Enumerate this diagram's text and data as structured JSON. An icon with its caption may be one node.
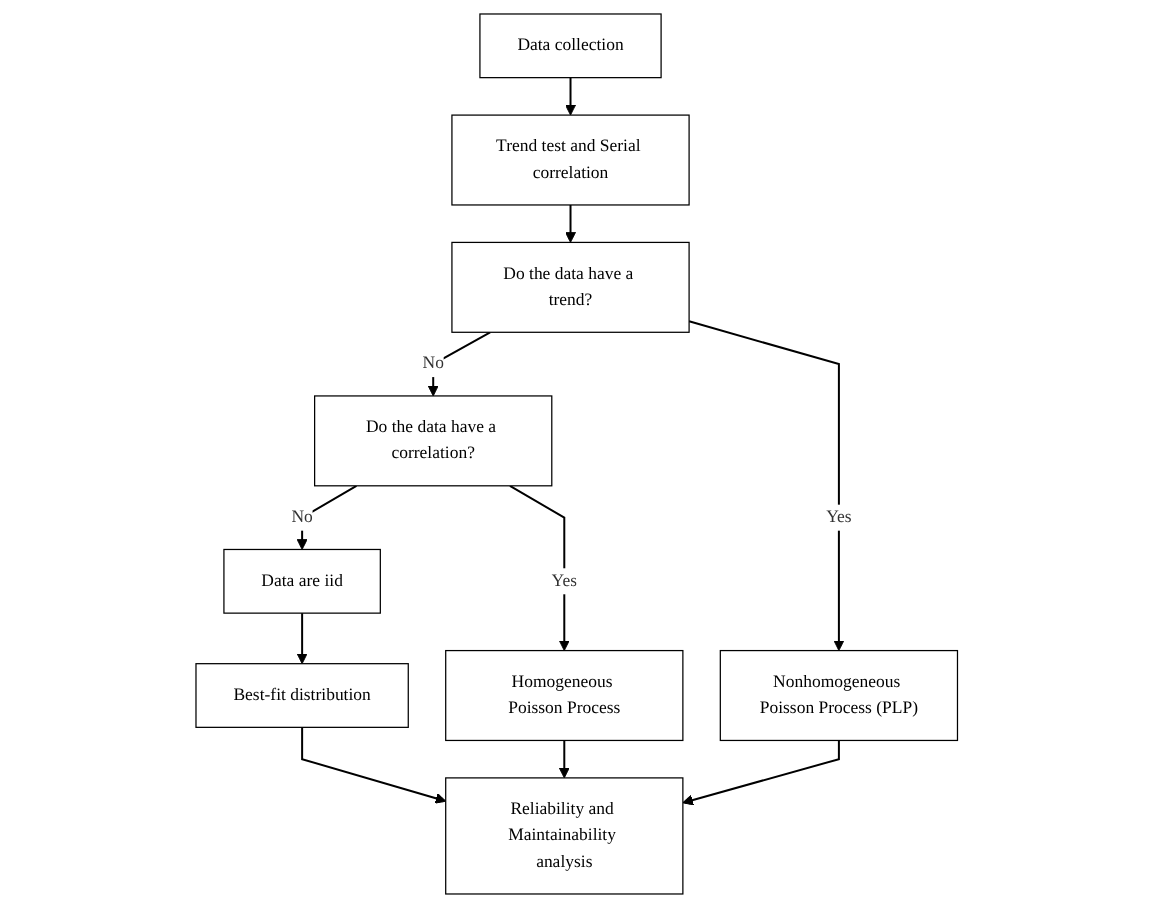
{
  "diagram": {
    "nodes": [
      {
        "text": [
          "Data collection"
        ]
      },
      {
        "text": [
          "Trend test and Serial correlation"
        ]
      },
      {
        "text": [
          "Do the data have a trend?"
        ]
      },
      {
        "text": [
          "Do the data have a correlation?"
        ]
      },
      {
        "text": [
          "Homogeneous Poisson Process"
        ]
      },
      {
        "text": [
          "Data are iid"
        ]
      },
      {
        "text": [
          "Nonhomogeneous Poisson Process (PLP)"
        ]
      },
      {
        "text": [
          "Best-fit distribution"
        ]
      },
      {
        "text": [
          "Reliability and Maintainability analysis"
        ]
      }
    ],
    "edges": [
      {
        "from": 0,
        "to": 1,
        "arrow": "to"
      },
      {
        "from": 1,
        "to": 2,
        "arrow": "to"
      },
      {
        "from": 2,
        "to": 3,
        "arrow": "to",
        "label": "No"
      },
      {
        "from": 2,
        "to": 6,
        "arrow": "to",
        "label": "Yes"
      },
      {
        "from": 3,
        "to": 4,
        "arrow": "to",
        "label": "Yes"
      },
      {
        "from": 3,
        "to": 5,
        "arrow": "to",
        "label": "No"
      },
      {
        "from": 5,
        "to": 7,
        "arrow": "to"
      },
      {
        "from": 7,
        "to": 8,
        "arrow": "to"
      },
      {
        "from": 4,
        "to": 8,
        "arrow": "to"
      },
      {
        "from": 6,
        "to": 8,
        "arrow": "to"
      }
    ]
  }
}
